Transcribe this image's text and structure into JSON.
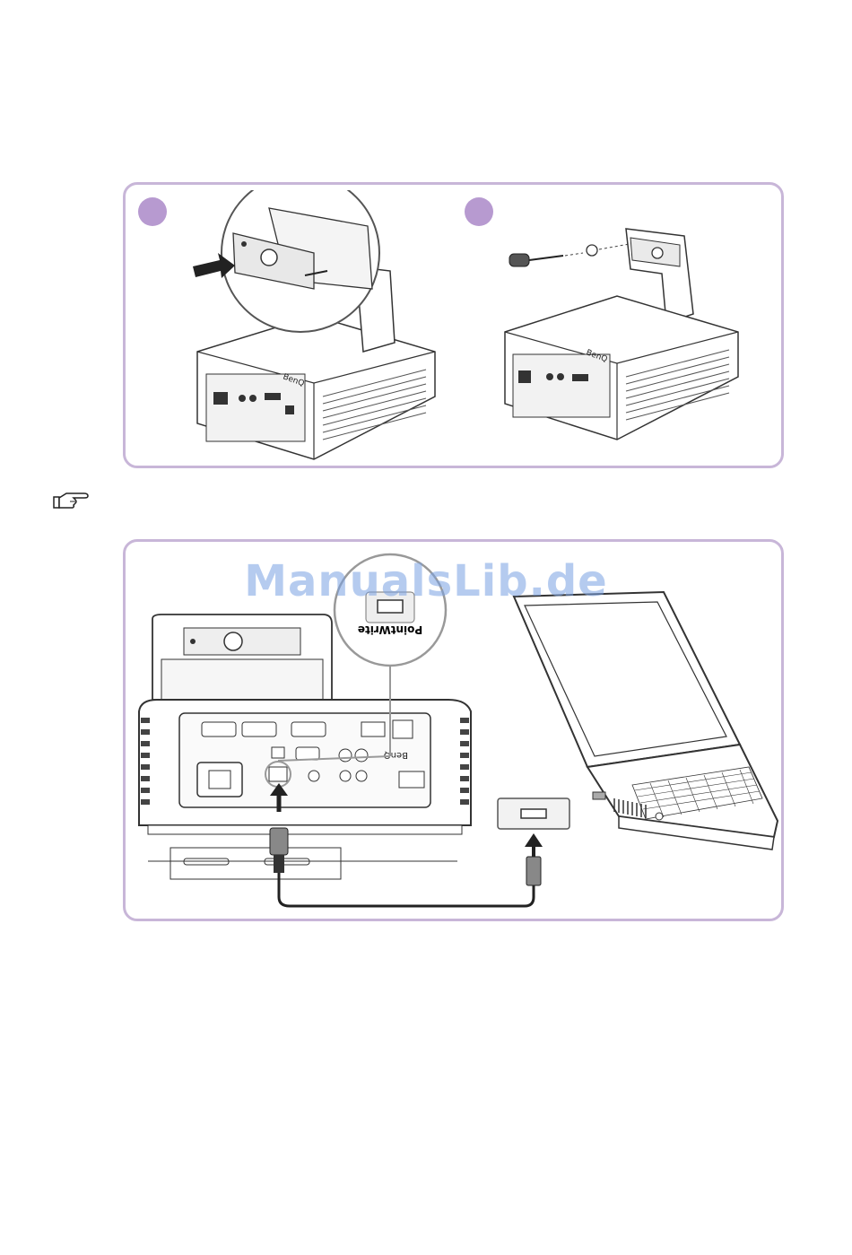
{
  "watermark": "ManualsLib.de",
  "figure1": {
    "brand_label": "BenQ"
  },
  "figure2": {
    "port_label": "PointWrite",
    "brand_label": "BenQ"
  }
}
